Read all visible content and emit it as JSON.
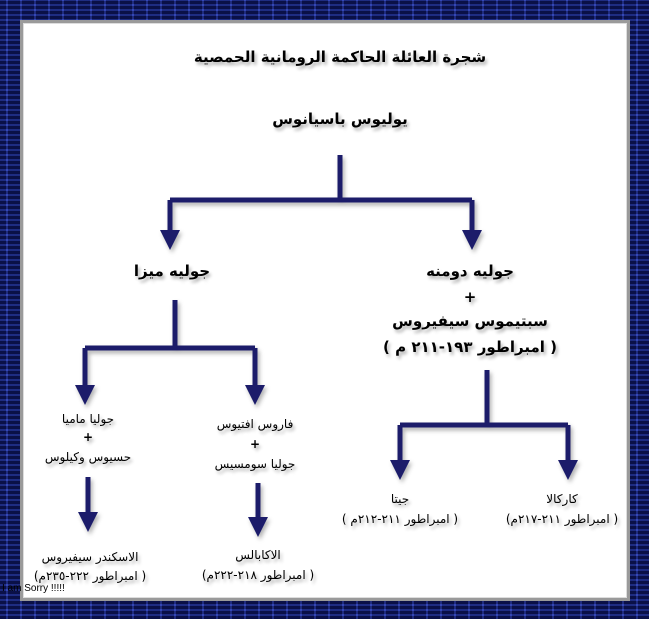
{
  "title": "شجرة العائلة الحاكمة الرومانية الحمصية",
  "root": "يوليوس باسيانوس",
  "right_branch": {
    "name": "جوليه دومنه",
    "plus": "+",
    "spouse": "سبتيموس سيفيروس",
    "reign": "( امبراطور ١٩٣-٢١١ م )",
    "children": [
      {
        "name": "كاركالا",
        "reign": "( امبراطور ٢١١-٢١٧م)"
      },
      {
        "name": "جيتا",
        "reign": "( امبراطور ٢١١-٢١٢م )"
      }
    ]
  },
  "left_branch": {
    "name": "جوليه ميزا",
    "children": [
      {
        "name": "فاروس افتيوس",
        "plus": "+",
        "spouse": "جوليا سومسيس",
        "child": "الاكابالس",
        "child_reign": "( امبراطور ٢١٨-٢٢٢م)"
      },
      {
        "name": "جوليا ماميا",
        "plus": "+",
        "spouse": "حسيوس وكيلوس",
        "child": "الاسكندر سيفيروس",
        "child_reign": "( امبراطور ٢٢٢-٢٣٥م)"
      }
    ]
  },
  "overlay_text": "I am Sorry !!!!!",
  "colors": {
    "line": "#1a1f6b",
    "frame": "#10186a"
  }
}
